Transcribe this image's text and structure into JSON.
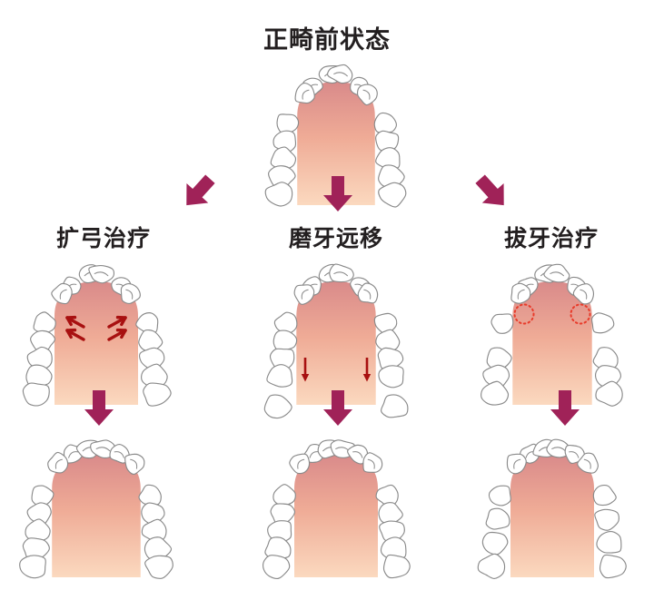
{
  "diagram": {
    "type": "flowchart",
    "subject": "orthodontic-treatment-options",
    "title": "正畸前状态",
    "background_color": "#ffffff",
    "text_color": "#231f20"
  },
  "palette": {
    "tooth_fill": "#ffffff",
    "tooth_stroke": "#8a8a8a",
    "palate_gradient_top": "#d98a8a",
    "palate_gradient_mid": "#efab96",
    "palate_gradient_bottom": "#fbd9bf",
    "flow_arrow": "#a02258",
    "action_arrow": "#a81010",
    "extraction_marker": "#e83b2a"
  },
  "top": {
    "label": "正畸前状态",
    "arch_name": "pre-treatment-arch",
    "condition": "crowded-anterior-teeth",
    "arch_width": "narrow"
  },
  "flow_arrows": [
    {
      "name": "arrow-to-expansion",
      "direction": "down-left",
      "color": "#a02258"
    },
    {
      "name": "arrow-to-distalization",
      "direction": "down",
      "color": "#a02258"
    },
    {
      "name": "arrow-to-extraction",
      "direction": "down-right",
      "color": "#a02258"
    }
  ],
  "columns": [
    {
      "id": "expansion",
      "label": "扩弓治疗",
      "treatment_arch_name": "arch-expansion-treatment",
      "marker_type": "expansion-arrows",
      "marker_count": 4,
      "marker_color": "#a81010",
      "marker_note": "四个向外侧的红色箭头",
      "result_arch_name": "arch-expansion-result",
      "result_note": "牙弓扩宽、牙列整齐"
    },
    {
      "id": "distalization",
      "label": "磨牙远移",
      "treatment_arch_name": "molar-distalization-treatment",
      "marker_type": "down-arrows",
      "marker_count": 2,
      "marker_color": "#a81010",
      "marker_note": "末端磨牙向后移动",
      "result_arch_name": "molar-distalization-result",
      "result_note": "牙列整齐"
    },
    {
      "id": "extraction",
      "label": "拔牙治疗",
      "treatment_arch_name": "extraction-treatment",
      "marker_type": "dotted-circles",
      "marker_count": 2,
      "marker_color": "#e83b2a",
      "marker_note": "红色虚线圈标示拔除的前磨牙",
      "result_arch_name": "extraction-result",
      "result_note": "牙列整齐"
    }
  ],
  "step_arrows": [
    {
      "name": "step-arrow-expansion",
      "direction": "down",
      "color": "#a02258"
    },
    {
      "name": "step-arrow-distalization",
      "direction": "down",
      "color": "#a02258"
    },
    {
      "name": "step-arrow-extraction",
      "direction": "down",
      "color": "#a02258"
    }
  ]
}
